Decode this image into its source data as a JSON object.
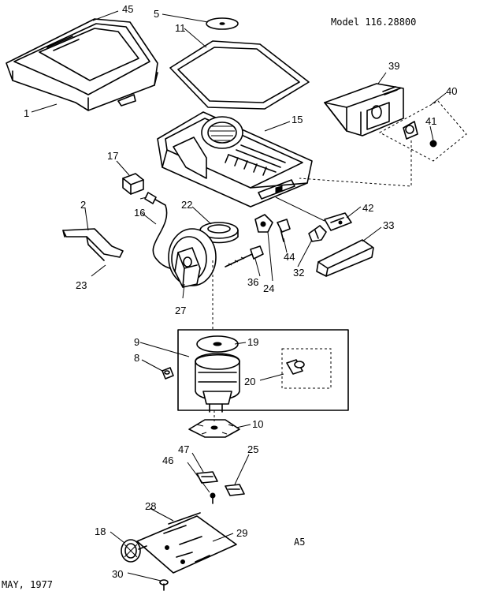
{
  "header": {
    "model": "Model 116.28800",
    "page_code": "A5",
    "date": "MAY, 1977"
  },
  "callouts": {
    "c45": "45",
    "c5": "5",
    "c11": "11",
    "c1": "1",
    "c15": "15",
    "c39": "39",
    "c40": "40",
    "c41": "41",
    "c17": "17",
    "c2": "2",
    "c16": "16",
    "c22": "22",
    "c42": "42",
    "c33": "33",
    "c44": "44",
    "c32": "32",
    "c23": "23",
    "c24": "24",
    "c36": "36",
    "c27": "27",
    "c9": "9",
    "c19": "19",
    "c8": "8",
    "c20": "20",
    "c10": "10",
    "c47": "47",
    "c25": "25",
    "c46": "46",
    "c28": "28",
    "c18": "18",
    "c29": "29",
    "c30": "30"
  }
}
